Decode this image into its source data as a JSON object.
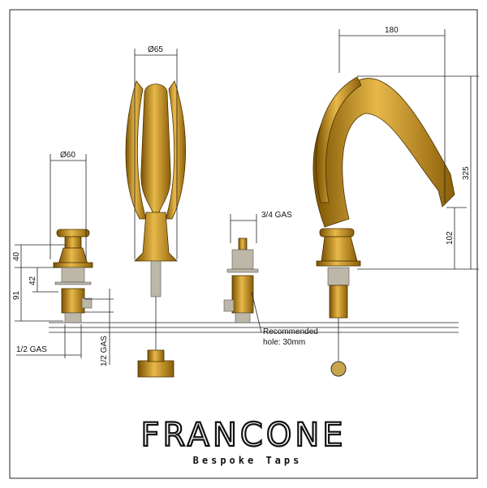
{
  "dimensions": {
    "spout_diameter": "Ø65",
    "handle_diameter": "Ø60",
    "spout_reach": "180",
    "spout_height": "325",
    "outlet_height": "102",
    "handle_height": "40",
    "thread_length": "42",
    "body_length": "91",
    "inlet_thread_h": "1/2 GAS",
    "inlet_thread_v": "1/2 GAS",
    "valve_thread": "3/4 GAS"
  },
  "notes": {
    "hole_line1": "Recommended",
    "hole_line2": "hole: 30mm"
  },
  "brand": {
    "name": "FRANCONE",
    "tagline": "Bespoke Taps"
  }
}
